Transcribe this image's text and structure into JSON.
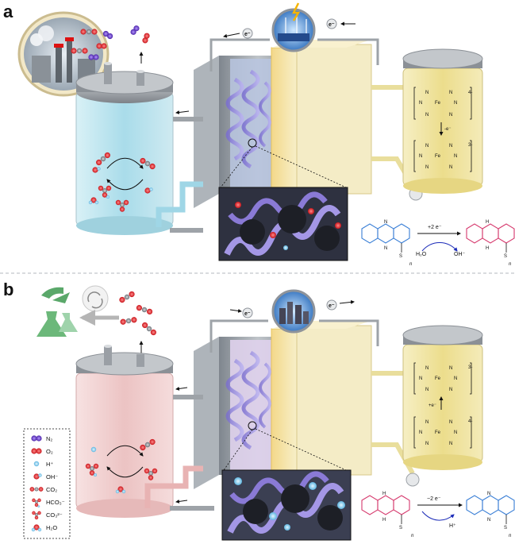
{
  "panels": {
    "a": {
      "letter": "a",
      "electron_left": "e⁻",
      "electron_right": "e⁻",
      "reaction_arrow_label": "+2 e⁻",
      "reaction_in": "H₂O",
      "reaction_out": "OH⁻",
      "reaction_sub_n": "n",
      "catholyte_charge_top": "4-",
      "catholyte_charge_bottom": "3-",
      "catholyte_arrow_label": "-e⁻"
    },
    "b": {
      "letter": "b",
      "electron_left": "e⁻",
      "electron_right": "e⁻",
      "reaction_arrow_label": "−2 e⁻",
      "reaction_out": "H⁺",
      "reaction_sub_n": "n",
      "catholyte_charge_top": "3-",
      "catholyte_charge_bottom": "4-",
      "catholyte_arrow_label": "+e⁻"
    }
  },
  "legend": {
    "items": [
      {
        "label": "N₂",
        "icon": "n2-molecule-icon"
      },
      {
        "label": "O₂",
        "icon": "o2-molecule-icon"
      },
      {
        "label": "H⁺",
        "icon": "proton-icon"
      },
      {
        "label": "OH⁻",
        "icon": "hydroxide-icon"
      },
      {
        "label": "CO₂",
        "icon": "co2-molecule-icon"
      },
      {
        "label": "HCO₃⁻",
        "icon": "bicarbonate-icon"
      },
      {
        "label": "CO₃²⁻",
        "icon": "carbonate-icon"
      },
      {
        "label": "H₂O",
        "icon": "water-molecule-icon"
      }
    ]
  },
  "colors": {
    "anolyte_a": "#bfe6ef",
    "anolyte_b": "#f2d2d2",
    "catholyte": "#f3e9a6",
    "membrane": "#f1e4a8",
    "electrode_frame": "#9da4ab",
    "oxygen_red": "#e0262a",
    "carbon_gray": "#8b8f95",
    "hydrogen_blue": "#8fd0ef",
    "nitrogen_purple": "#6a3fc4",
    "recycle_green": "#5aa86a",
    "reduced_pink": "#d63a6e",
    "oxidized_blue": "#3a7fd6"
  }
}
